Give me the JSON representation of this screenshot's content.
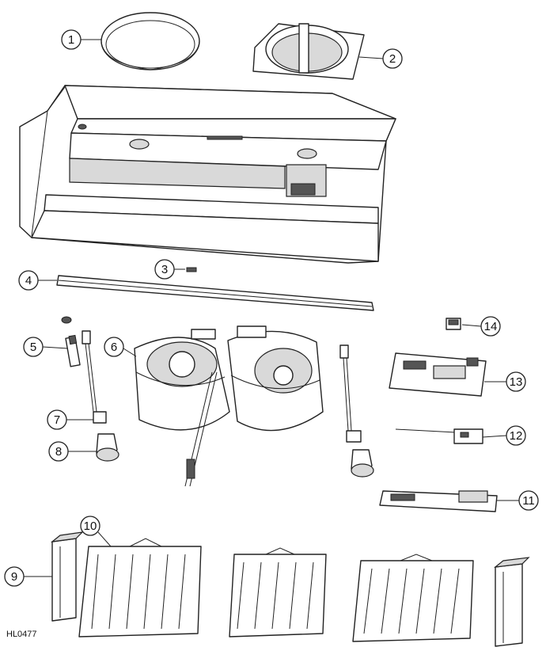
{
  "drawing_code": "HL0477",
  "callouts": [
    "1",
    "2",
    "3",
    "4",
    "5",
    "6",
    "7",
    "8",
    "9",
    "10",
    "11",
    "12",
    "13",
    "14"
  ],
  "colors": {
    "line": "#222222",
    "shade": "#d9d9d9",
    "background": "#ffffff"
  }
}
